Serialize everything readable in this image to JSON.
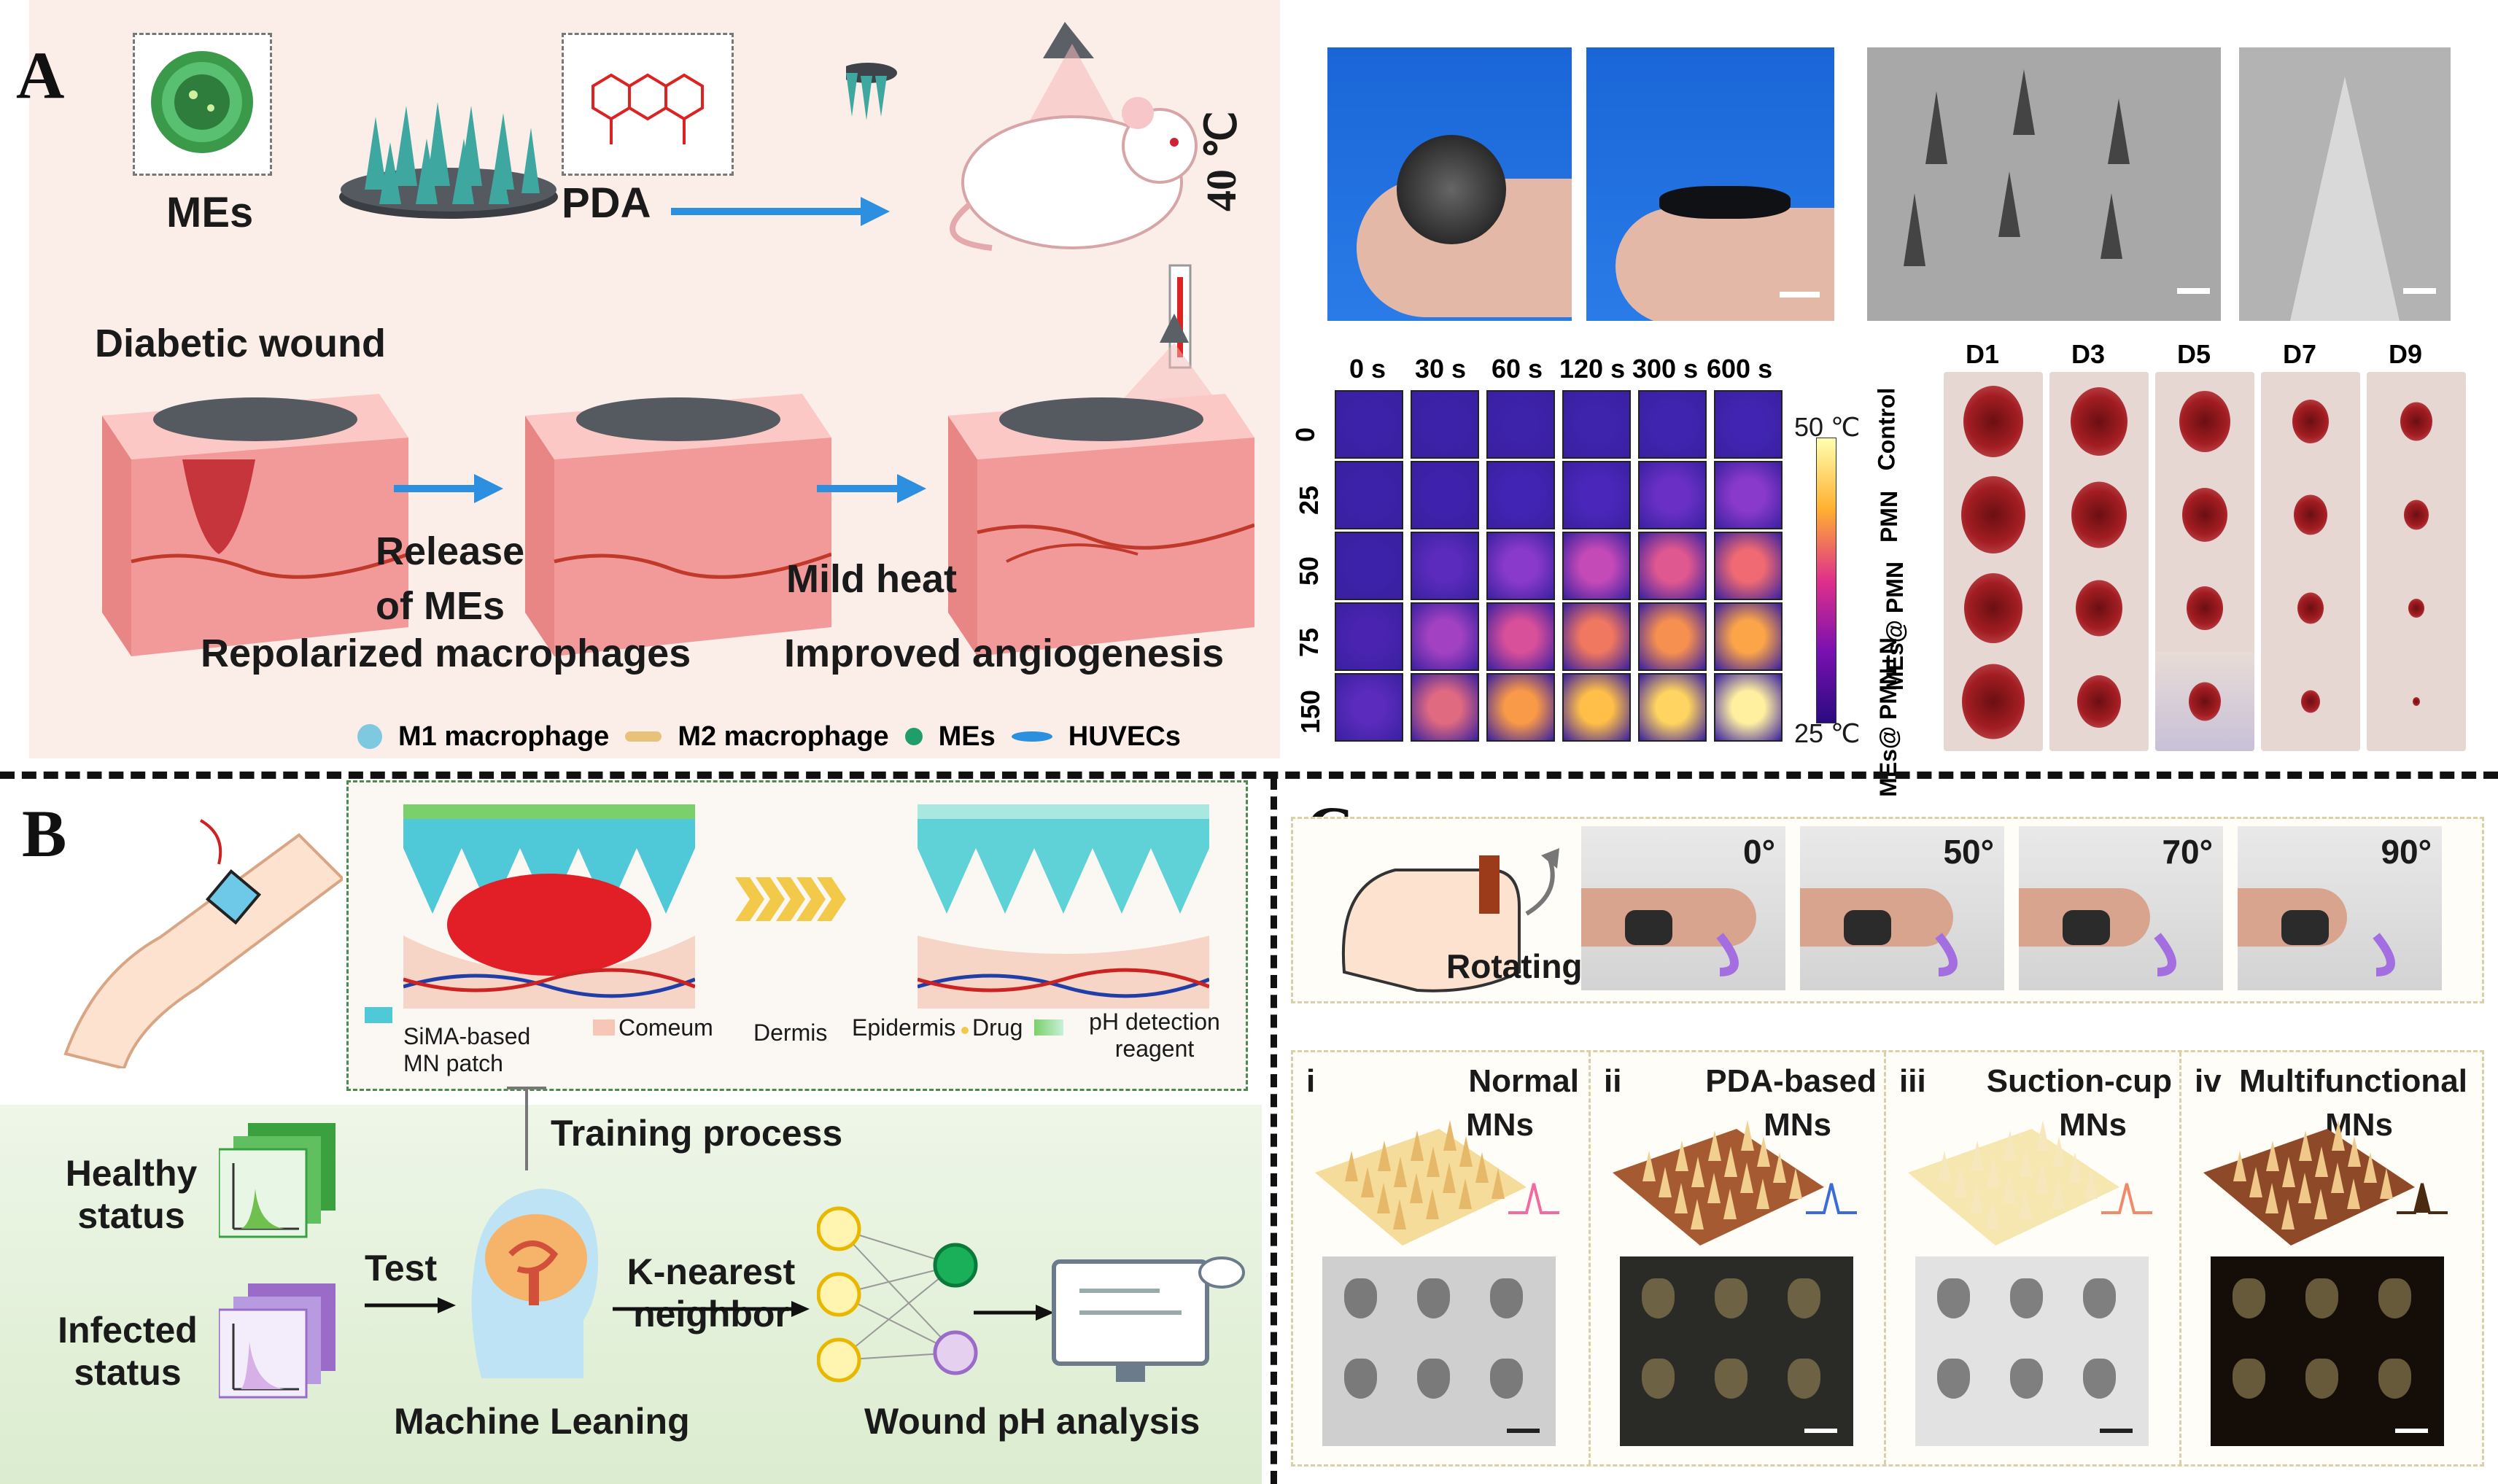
{
  "panels": {
    "A": {
      "letter": "A",
      "top_labels": {
        "mes": "MEs",
        "pda": "PDA",
        "temperature": "40 ℃"
      },
      "diabetic_wound": "Diabetic wound",
      "steps": {
        "release_line1": "Release",
        "release_line2": "of MEs",
        "repolarized": "Repolarized macrophages",
        "mild_heat": "Mild heat",
        "angiogenesis": "Improved angiogenesis"
      },
      "legend": [
        "M1 macrophage",
        "M2 macrophage",
        "MEs",
        "HUVECs"
      ],
      "thermal": {
        "time_labels": [
          "0 s",
          "30 s",
          "60 s",
          "120 s",
          "300 s",
          "600 s"
        ],
        "row_labels": [
          "0",
          "25",
          "50",
          "75",
          "150"
        ],
        "colorbar_max": "50 ℃",
        "colorbar_min": "25 ℃"
      },
      "wound_grid": {
        "day_labels": [
          "D1",
          "D3",
          "D5",
          "D7",
          "D9"
        ],
        "row_labels": [
          "Control",
          "PMN",
          "MEs@ PMN",
          "MEs@ PMN+N"
        ]
      }
    },
    "B": {
      "letter": "B",
      "legend": {
        "patch": "SiMA-based MN patch",
        "comeum": "Comeum",
        "dermis": "Dermis",
        "epidermis": "Epidermis",
        "drug": "Drug",
        "ph_reagent": "pH detection reagent"
      },
      "training": "Training process",
      "healthy": "Healthy status",
      "infected": "Infected status",
      "test": "Test",
      "knn": "K-nearest neighbor",
      "ml": "Machine Leaning",
      "wound_ph": "Wound pH analysis"
    },
    "C": {
      "letter": "C",
      "rotating": "Rotating",
      "angles": [
        "0°",
        "50°",
        "70°",
        "90°"
      ],
      "mn_types": [
        {
          "num": "i",
          "line1": "Normal",
          "line2": "MNs"
        },
        {
          "num": "ii",
          "line1": "PDA-based",
          "line2": "MNs"
        },
        {
          "num": "iii",
          "line1": "Suction-cup",
          "line2": "MNs"
        },
        {
          "num": "iv",
          "line1": "Multifunctional",
          "line2": "MNs"
        }
      ]
    }
  },
  "colors": {
    "panelA_bg": "#fbeee8",
    "panelB_bg": "#f3f7ef",
    "thermal_low": "#3b1fa3",
    "thermal_high": "#ffe08a",
    "arrow_blue": "#2d8fe0"
  }
}
